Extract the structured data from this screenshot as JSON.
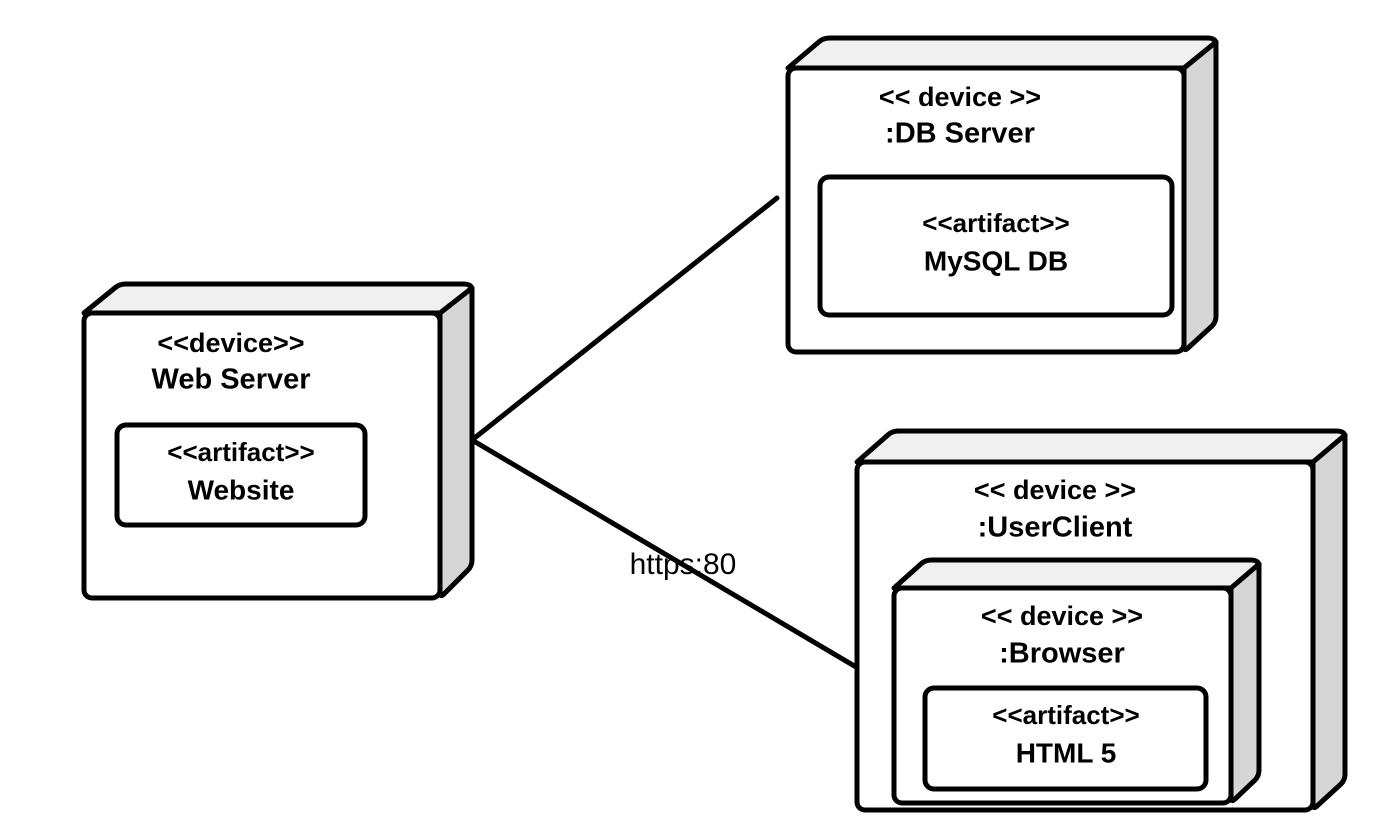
{
  "diagram": {
    "type": "uml-deployment-diagram",
    "title": "",
    "background_color": "#ffffff",
    "line_color": "#000000",
    "node_face_color": "#ffffff",
    "node_top_color": "#f0f0f0",
    "node_side_color": "#d6d6d6"
  },
  "nodes": [
    {
      "id": "web-server",
      "stereotype": "<<device>>",
      "name": "Web Server",
      "artifacts": [
        {
          "id": "website",
          "stereotype": "<<artifact>>",
          "name": "Website"
        }
      ]
    },
    {
      "id": "db-server",
      "stereotype": "<< device >>",
      "name": ":DB Server",
      "artifacts": [
        {
          "id": "mysql-db",
          "stereotype": "<<artifact>>",
          "name": "MySQL DB"
        }
      ]
    },
    {
      "id": "user-client",
      "stereotype": "<< device >>",
      "name": ":UserClient",
      "nested": [
        {
          "id": "browser",
          "stereotype": "<< device >>",
          "name": ":Browser",
          "artifacts": [
            {
              "id": "html5",
              "stereotype": "<<artifact>>",
              "name": "HTML 5"
            }
          ]
        }
      ]
    }
  ],
  "connections": [
    {
      "id": "web-to-db",
      "from": "web-server",
      "to": "db-server",
      "label": ""
    },
    {
      "id": "web-to-client",
      "from": "web-server",
      "to": "user-client",
      "label": "https:80"
    }
  ]
}
